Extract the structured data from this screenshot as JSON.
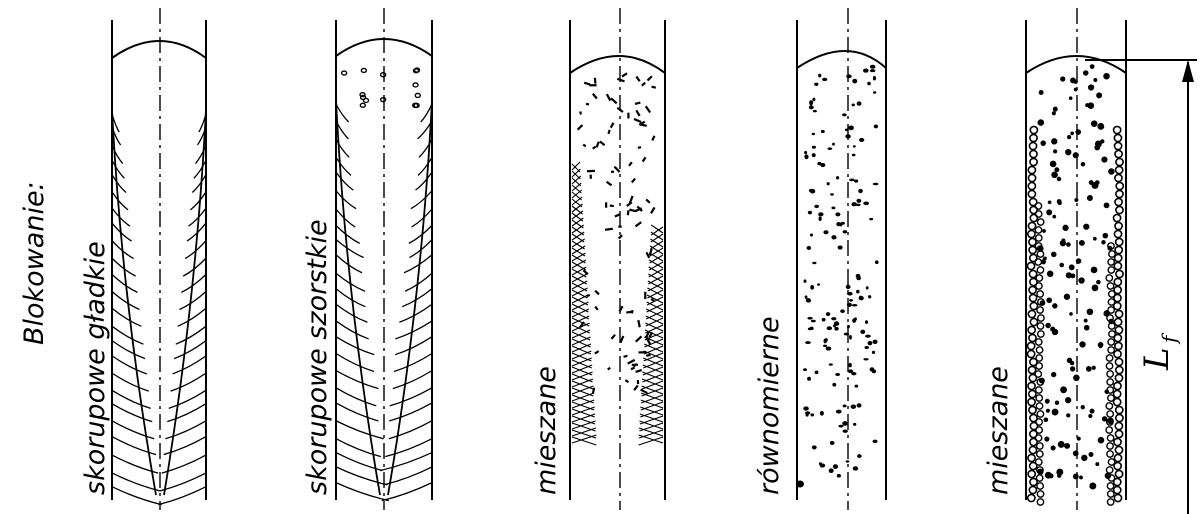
{
  "figure": {
    "heading": "Blokowanie:",
    "panels": [
      {
        "id": "p1",
        "label": "skorupowe gładkie",
        "pattern": "smooth-shell"
      },
      {
        "id": "p2",
        "label": "skorupowe szorstkie",
        "pattern": "rough-shell"
      },
      {
        "id": "p3",
        "label": "mieszane",
        "pattern": "mixed-hatched"
      },
      {
        "id": "p4",
        "label": "równomierne",
        "pattern": "uniform"
      },
      {
        "id": "p5",
        "label": "mieszane",
        "pattern": "mixed-circles"
      }
    ],
    "dimension_label": {
      "symbol": "L",
      "subscript": "f"
    }
  },
  "colors": {
    "ink": "#000000",
    "background": "#ffffff"
  }
}
